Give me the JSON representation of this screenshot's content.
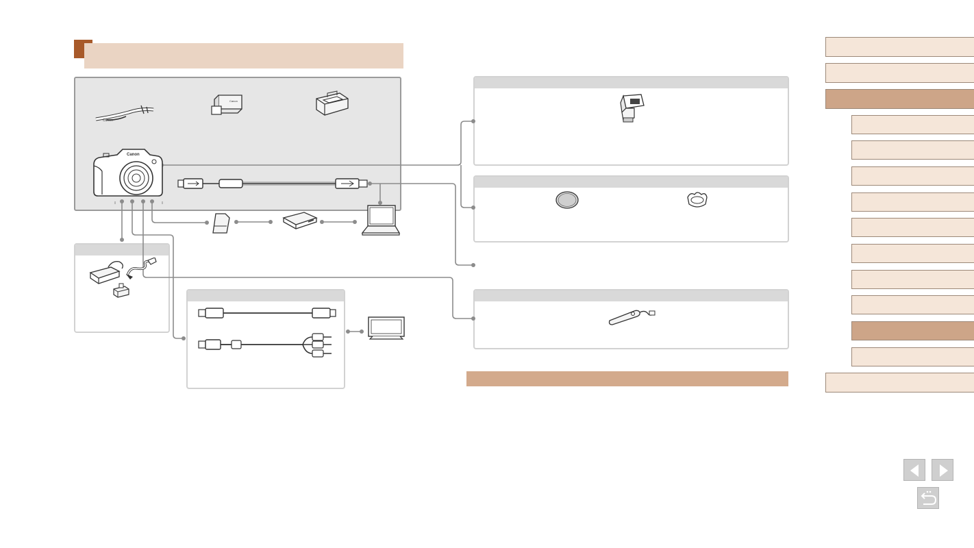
{
  "page": {
    "section_title": "",
    "note_text": ""
  },
  "colors": {
    "section_marker": "#a85a2a",
    "section_bar": "#ead4c3",
    "nav_item": "#f5e6d9",
    "nav_item_active": "#cda588",
    "note_bar": "#d3aa8c",
    "panel_header": "#d9d9d9",
    "included_box": "#e6e6e6"
  },
  "icons": {
    "included": [
      "neck-strap-icon",
      "battery-pack-icon",
      "battery-charger-icon",
      "camera-icon"
    ],
    "connections": [
      "usb-interface-cable-icon",
      "memory-card-icon",
      "card-reader-icon",
      "computer-icon"
    ],
    "accessories": [
      "external-flash-icon",
      "lens-filter-icon",
      "lens-hood-icon",
      "remote-switch-icon",
      "ac-adapter-kit-icon",
      "hdmi-cable-icon",
      "av-cable-icon",
      "tv-icon"
    ],
    "navigation": [
      "previous-page-icon",
      "next-page-icon",
      "return-icon"
    ]
  },
  "nav": {
    "main_items": 4,
    "sub_items": 10,
    "active_main": "nav-main-3",
    "active_sub": "nav-sub-9"
  }
}
